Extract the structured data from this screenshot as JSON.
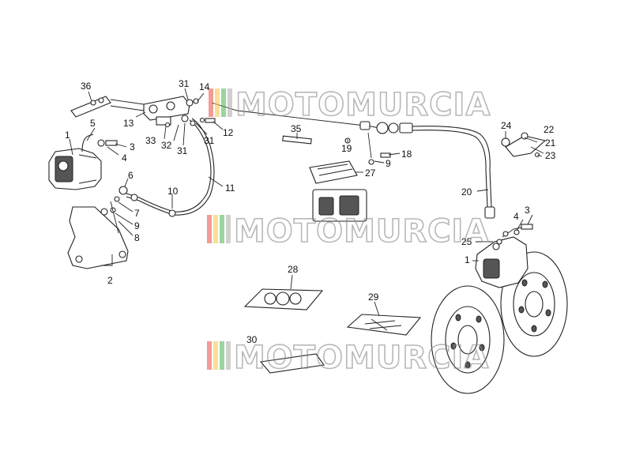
{
  "watermark": {
    "text": "MOTOMURCIA",
    "stripe_colors": [
      "#e94b3c",
      "#f5c542",
      "#4caf50",
      "#aaaaaa"
    ]
  },
  "callouts": {
    "c1a": "1",
    "c1b": "1",
    "c2": "2",
    "c3a": "3",
    "c3b": "3",
    "c4a": "4",
    "c4b": "4",
    "c5": "5",
    "c6": "6",
    "c7": "7",
    "c8": "8",
    "c9a": "9",
    "c9b": "9",
    "c10": "10",
    "c11": "11",
    "c12": "12",
    "c13": "13",
    "c14": "14",
    "c18": "18",
    "c19": "19",
    "c20": "20",
    "c21": "21",
    "c22": "22",
    "c23": "23",
    "c24": "24",
    "c25": "25",
    "c27": "27",
    "c28": "28",
    "c29": "29",
    "c30": "30",
    "c31a": "31",
    "c31b": "31",
    "c31c": "31",
    "c32": "32",
    "c33": "33",
    "c35": "35",
    "c36": "36"
  }
}
